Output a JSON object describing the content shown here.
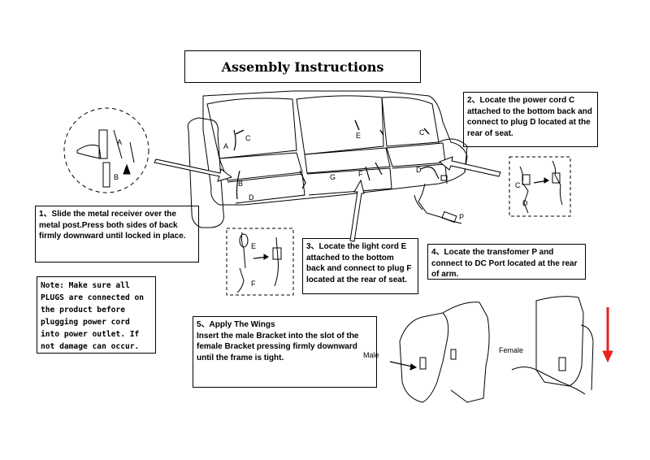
{
  "title": "Assembly Instructions",
  "steps": {
    "s1": "1、Slide the metal receiver over the metal post.Press both sides of back firmly downward until locked in place.",
    "s2": "2、Locate the power cord C attached to the bottom back and connect to plug D located at the rear of seat.",
    "s3": "3、Locate the light cord E attached to the bottom back and connect to plug F located at the rear of seat.",
    "s4": "4、Locate the transfomer P and connect to DC Port located at the rear of arm.",
    "s5_title": "5、Apply The Wings",
    "s5_body": "Insert the male  Bracket into the slot of the female Bracket pressing firmly downward until the frame is tight."
  },
  "note": "Note: Make sure all PLUGS are connected on the product before plugging power cord into power outlet. If not damage can occur.",
  "labels": {
    "a": "A",
    "b": "B",
    "c": "C",
    "d": "D",
    "e": "E",
    "f": "F",
    "g": "G",
    "p": "P",
    "male": "Male",
    "female": "Female"
  },
  "colors": {
    "arrow": "#e8231c",
    "line": "#000000"
  }
}
